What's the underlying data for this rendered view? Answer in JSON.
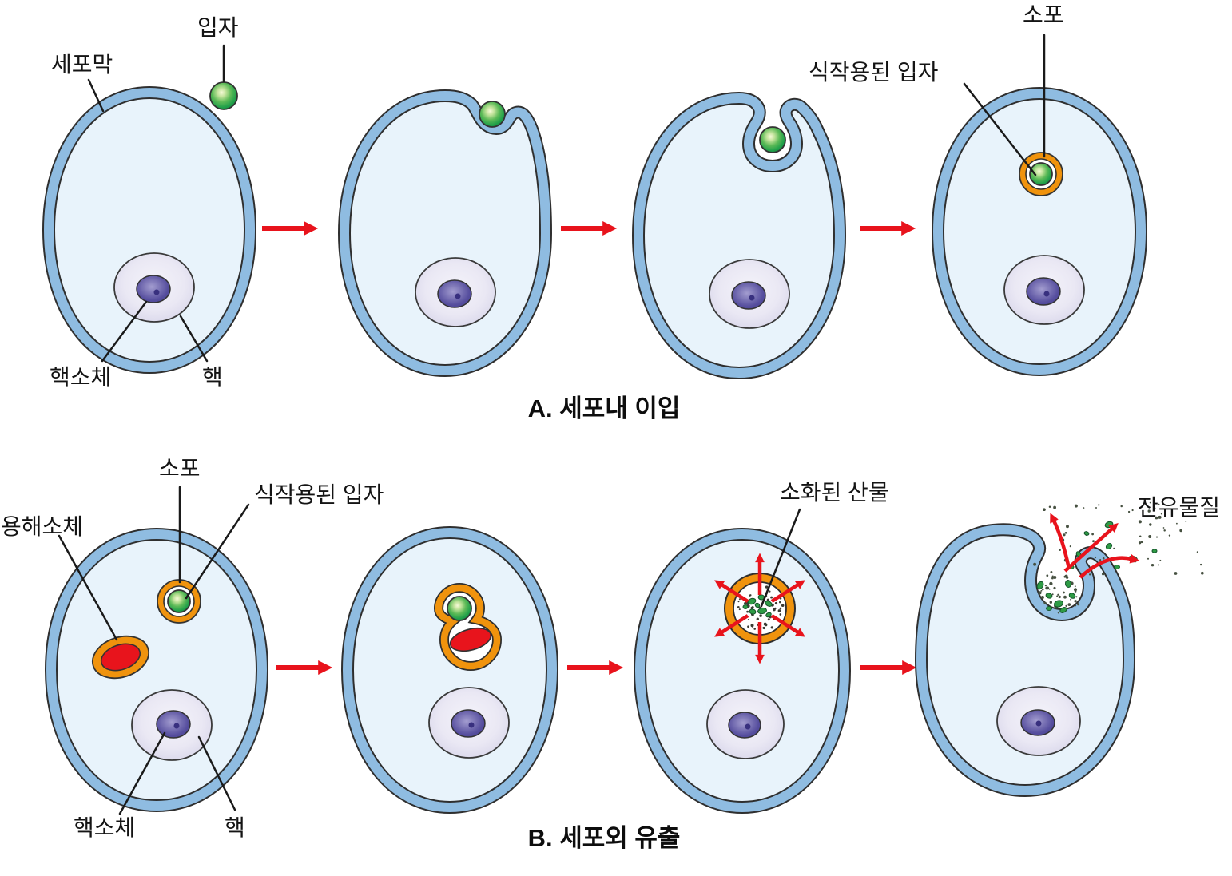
{
  "panel_a": {
    "caption": "A. 세포내 이입",
    "labels": {
      "cell_membrane": "세포막",
      "particle": "입자",
      "nucleolus": "핵소체",
      "nucleus": "핵",
      "phagocytosed_particle": "식작용된 입자",
      "vesicle": "소포"
    }
  },
  "panel_b": {
    "caption": "B. 세포외 유출",
    "labels": {
      "lysosome": "용해소체",
      "vesicle": "소포",
      "phagocytosed_particle": "식작용된 입자",
      "nucleolus": "핵소체",
      "nucleus": "핵",
      "digested_products": "소화된 산물",
      "residual_material": "잔유물질"
    }
  },
  "colors": {
    "cell_fill": "#E8F3FB",
    "membrane_blue": "#8FBCE1",
    "outline_dark": "#2F2F2F",
    "particle_green": "#1E9C46",
    "vesicle_orange": "#F0930D",
    "lysosome_red": "#E8141C",
    "arrow_red": "#E8131C",
    "nucleus_lavender": "#D6D4E9",
    "nucleolus_purple": "#564E9E"
  }
}
